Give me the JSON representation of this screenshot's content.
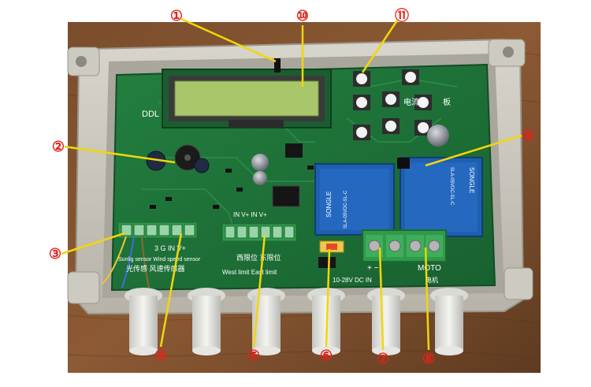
{
  "colors": {
    "table": "#6e4528",
    "enclosure": "#c9c6bd",
    "pcb": "#1f7a3c",
    "relay": "#1f5fb0",
    "terminal": "#2f9a4b",
    "lcd": "#a9c76a",
    "callout_line": "#f2d60a",
    "callout_num": "#e2231a"
  },
  "callouts": [
    {
      "id": "1",
      "label": "①"
    },
    {
      "id": "2",
      "label": "②"
    },
    {
      "id": "3",
      "label": "③"
    },
    {
      "id": "4",
      "label": "④"
    },
    {
      "id": "5",
      "label": "⑤"
    },
    {
      "id": "6",
      "label": "⑥"
    },
    {
      "id": "7",
      "label": "⑦"
    },
    {
      "id": "8",
      "label": "⑧"
    },
    {
      "id": "9",
      "label": "⑨"
    },
    {
      "id": "10",
      "label": "⑩"
    },
    {
      "id": "11",
      "label": "⑪"
    }
  ],
  "board": {
    "brand": "DDL",
    "panel_cn": "电流单",
    "panel_cn2": "板",
    "sensor_header": "3  G  IN  V+",
    "sensor_en": "Sunlig  sensor  Wind speed sensor",
    "sensor_cn": "光传感  风速传感器",
    "limit_header": "IN  V+  IN  V+",
    "limit_cn": "西限位  东限位",
    "limit_en": "West limit  East limit",
    "power_sign": "+   −",
    "power_label": "10-28V DC IN",
    "motor_label": "MOTO",
    "motor_cn": "电机",
    "relay_brand": "SONGLE",
    "relay_model": "SLA-05VDC-SL-C"
  }
}
